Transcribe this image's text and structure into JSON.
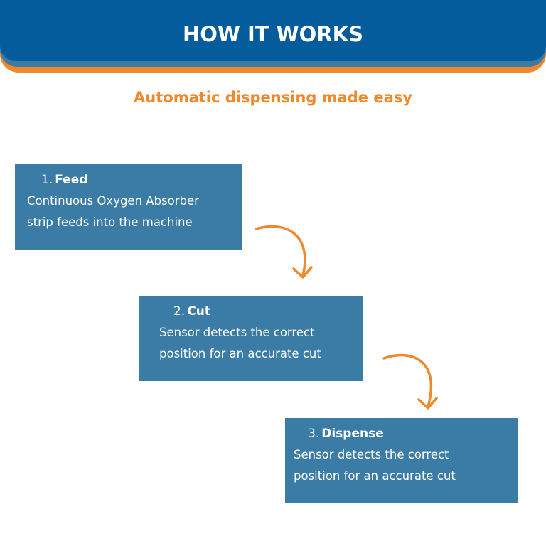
{
  "header": {
    "title": "HOW IT WORKS",
    "subtitle": "Automatic dispensing made easy"
  },
  "colors": {
    "primary_blue": "#055c9d",
    "box_blue": "#3a7ca5",
    "accent_orange": "#f0892b"
  },
  "steps": [
    {
      "number": "1.",
      "title": "Feed",
      "lines": [
        "Continuous Oxygen Absorber",
        "strip feeds into the machine"
      ]
    },
    {
      "number": "2.",
      "title": "Cut",
      "lines": [
        "Sensor detects the correct",
        "position for an accurate cut"
      ]
    },
    {
      "number": "3.",
      "title": "Dispense",
      "lines": [
        "Sensor detects the correct",
        "position for an accurate cut"
      ]
    }
  ],
  "connectors": [
    {
      "from": "Feed",
      "to": "Cut",
      "icon": "curved-arrow-icon"
    },
    {
      "from": "Cut",
      "to": "Dispense",
      "icon": "curved-arrow-icon"
    }
  ]
}
